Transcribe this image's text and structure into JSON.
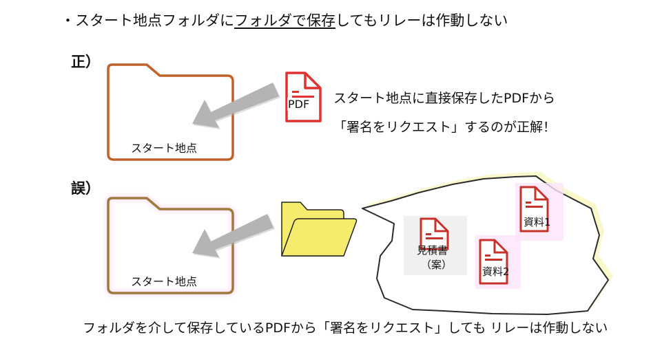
{
  "heading": {
    "bullet": "・",
    "part1": "スタート地点フォルダに",
    "underlined": "フォルダで保存",
    "part2": "してもリレーは作動しない"
  },
  "correct": {
    "label": "正）",
    "folder_label": "スタート地点",
    "pdf_label": "PDF",
    "description_line1": "スタート地点に直接保存したPDFから",
    "description_line2": "「署名をリクエスト」するのが正解！"
  },
  "wrong": {
    "label": "誤）",
    "folder_label": "スタート地点",
    "docs": [
      {
        "label_line1": "見積書",
        "label_line2": "（案）"
      },
      {
        "label_line1": "資料1"
      },
      {
        "label_line1": "資料2"
      }
    ]
  },
  "footer": "フォルダを介して保存しているPDFから「署名をリクエスト」しても リレーは作動しない",
  "colors": {
    "correct_folder": "#c0612a",
    "wrong_folder": "#a07a3a",
    "pdf_red": "#e03030",
    "doc_red": "#c8302a",
    "arrow_gray": "#b4b4b4",
    "open_folder_fill": "#f5ec6e",
    "callout_yellow": "#f2f2a0"
  }
}
